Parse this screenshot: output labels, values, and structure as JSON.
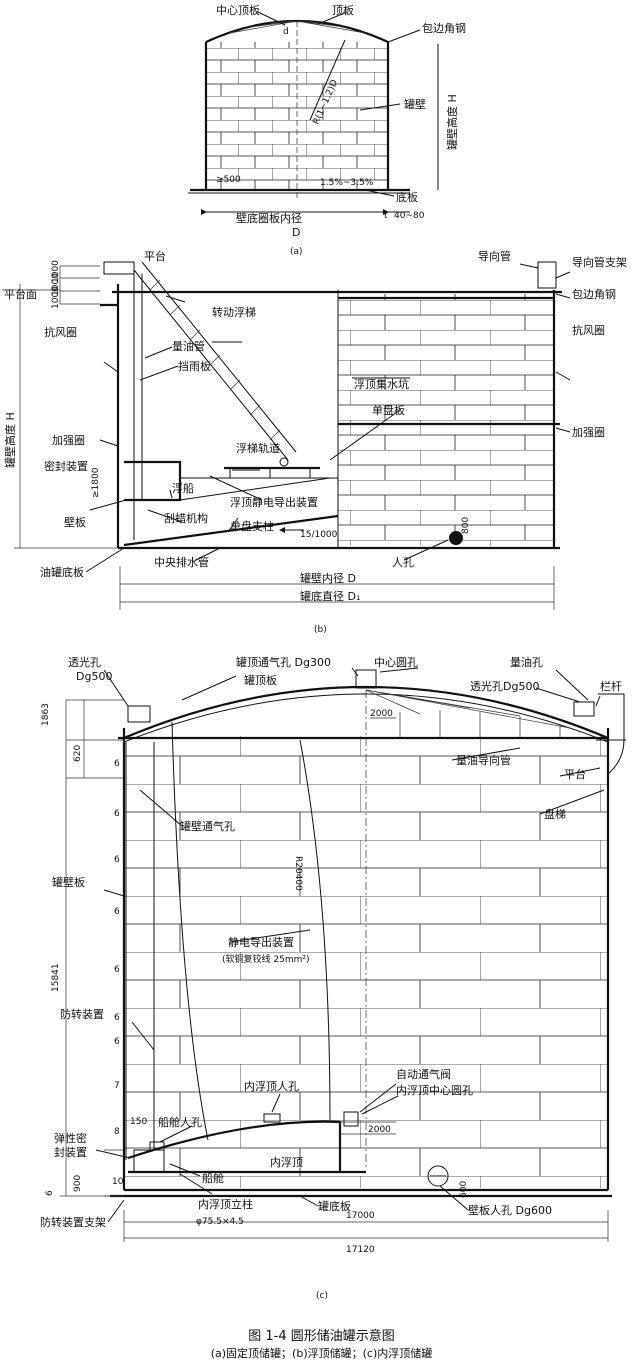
{
  "a": {
    "center_plate": "中心顶板",
    "roof_plate": "顶板",
    "edge_angle": "包边角钢",
    "radius": "R(1~1.2)D",
    "shell": "罐壁",
    "height_label": "罐壁高度 H",
    "dim_500": "≥500",
    "slope": "1.5%~3.5%",
    "bottom_plate": "底板",
    "bottom_diameter": "壁底圈板内径",
    "D": "D",
    "d_small": "d",
    "projection": "40~80",
    "t": "t",
    "caption": "(a)"
  },
  "b": {
    "platform_face": "平台面",
    "dims_left": [
      "1000",
      "1000",
      "1000"
    ],
    "platform": "平台",
    "guide_pipe": "导向管",
    "guide_pipe_support": "导向管支架",
    "edge_angle": "包边角钢",
    "wind_girder_left": "抗风圈",
    "wind_girder_right": "抗风圈",
    "rolling_ladder": "转动浮梯",
    "shell_height": "罐壁高度 H",
    "gauge_pipe": "量油管",
    "rain_shield": "挡雨板",
    "sump": "浮顶集水坑",
    "single_deck": "单盘板",
    "stiffener_left": "加强圈",
    "stiffener_right": "加强圈",
    "seal": "密封装置",
    "ladder_track": "浮梯轨道",
    "dim_1800": "≥1800",
    "pontoon": "浮船",
    "static_device": "浮顶静电导出装置",
    "wall_plate": "壁板",
    "scraper": "刮蜡机构",
    "deck_leg": "单盘支柱",
    "slope": "15/1000",
    "bottom": "油罐底板",
    "drain": "中央排水管",
    "manhole": "人孔",
    "dim_800": "800",
    "inner_diameter": "罐壁内径 D",
    "bottom_diameter": "罐底直径 D₁",
    "caption": "(b)"
  },
  "c": {
    "light_hole": "透光孔",
    "light_hole_dn": "Dg500",
    "roof_vent": "罐顶通气孔 Dg300",
    "center_hole": "中心圆孔",
    "gauge_hole": "量油孔",
    "light_hole2": "透光孔Dg500",
    "railing": "栏杆",
    "roof_plate": "罐顶板",
    "dim_1863": "1863",
    "dim_2000_top": "2000",
    "dim_620": "620",
    "gauge_guide": "量油导向管",
    "platform": "平台",
    "wall_vent": "罐壁通气孔",
    "radius": "R20400",
    "spiral_ladder": "盘梯",
    "shell_plate": "罐壁板",
    "course_thk": [
      "6",
      "6",
      "6",
      "6",
      "6",
      "6",
      "6",
      "7",
      "8",
      "10"
    ],
    "dim_15841": "15841",
    "static_device": "静电导出装置",
    "static_spec": "(软铜复铰线 25mm²)",
    "anti_rotation": "防转装置",
    "auto_vent": "自动通气阀",
    "inner_center_hole": "内浮顶中心圆孔",
    "inner_manhole": "内浮顶人孔",
    "dim_150": "150",
    "pontoon_manhole": "船舱人孔",
    "dim_2000": "2000",
    "elastic_seal_1": "弹性密",
    "elastic_seal_2": "封装置",
    "inner_roof": "内浮顶",
    "dim_900": "900",
    "pontoon": "船舱",
    "dim_6": "6",
    "inner_leg": "内浮顶立柱",
    "inner_leg_spec": "φ75.5×4.5",
    "bottom": "罐底板",
    "shell_manhole": "壁板人孔 Dg600",
    "dim_600": "600",
    "anti_rotation_support": "防转装置支架",
    "dim_17000": "17000",
    "dim_17120": "17120",
    "caption": "(c)"
  },
  "figure": {
    "title": "图 1-4   圆形储油罐示意图",
    "subtitle": "(a)固定顶储罐；(b)浮顶储罐；(c)内浮顶储罐"
  }
}
